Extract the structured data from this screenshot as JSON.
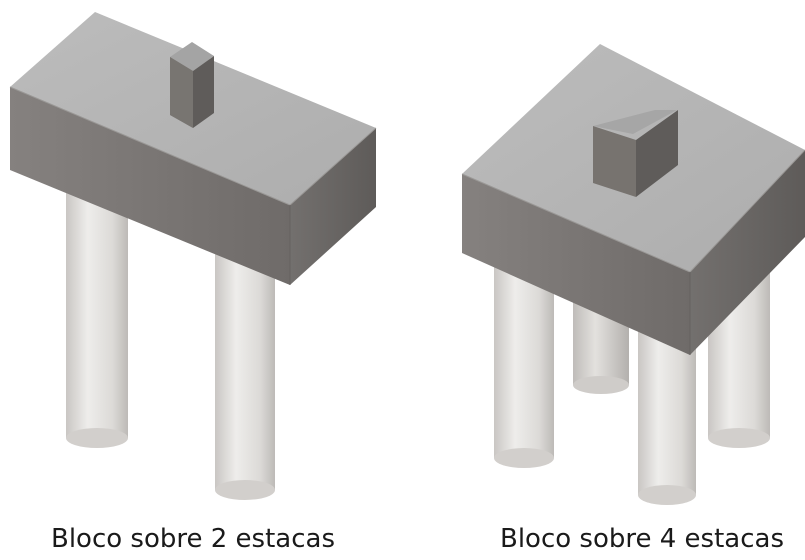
{
  "figure": {
    "left": {
      "caption": "Bloco sobre 2 estacas",
      "pile_count": 2
    },
    "right": {
      "caption": "Bloco sobre 4 estacas",
      "pile_count": 4
    }
  },
  "colors": {
    "top_face": "#b4b4b4",
    "front_face": "#7f7b79",
    "side_face": "#6b6866",
    "pillar_front": "#767271",
    "pillar_side": "#5f5c5a",
    "pile_light": "#ebeae8",
    "pile_mid": "#d8d6d3",
    "pile_dark": "#b9b6b3"
  }
}
